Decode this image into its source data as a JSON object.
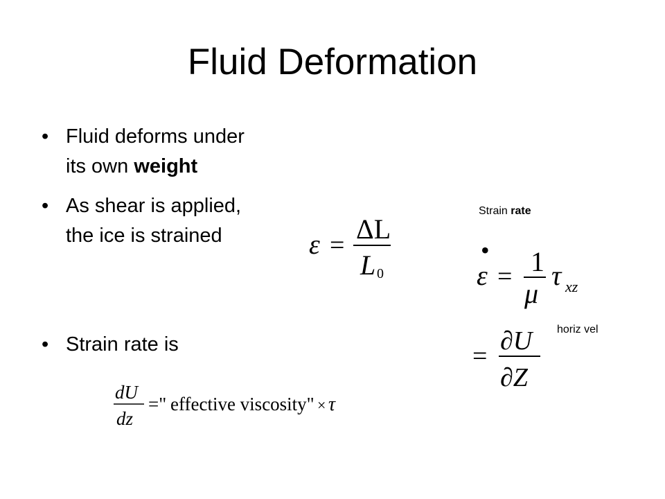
{
  "slide": {
    "title": "Fluid Deformation",
    "bullets": [
      {
        "line1": "Fluid deforms under",
        "line2_plain": "its own ",
        "line2_bold": "weight"
      },
      {
        "line1": "As shear is applied,",
        "line2": "the ice is strained"
      },
      {
        "line1": "Strain rate is"
      }
    ],
    "bullet_symbol": "•",
    "strain_rate_label_plain": "Strain ",
    "strain_rate_label_bold": "rate",
    "horiz_vel_label": "horiz vel"
  },
  "equations": {
    "strain": {
      "lhs": "ε",
      "eq": "=",
      "num": "ΔL",
      "den_var": "L",
      "den_sub": "0"
    },
    "strain_rate": {
      "dot": "•",
      "lhs": "ε",
      "eq": "=",
      "num": "1",
      "den": "μ",
      "tau": "τ",
      "tau_sub": "xz"
    },
    "partial": {
      "eq": "=",
      "num": "∂U",
      "den": "∂Z"
    },
    "viscosity": {
      "num": "dU",
      "den": "dz",
      "eq": "=\"",
      "text": "effective viscosity\"",
      "times": "×",
      "tau": "τ"
    }
  }
}
